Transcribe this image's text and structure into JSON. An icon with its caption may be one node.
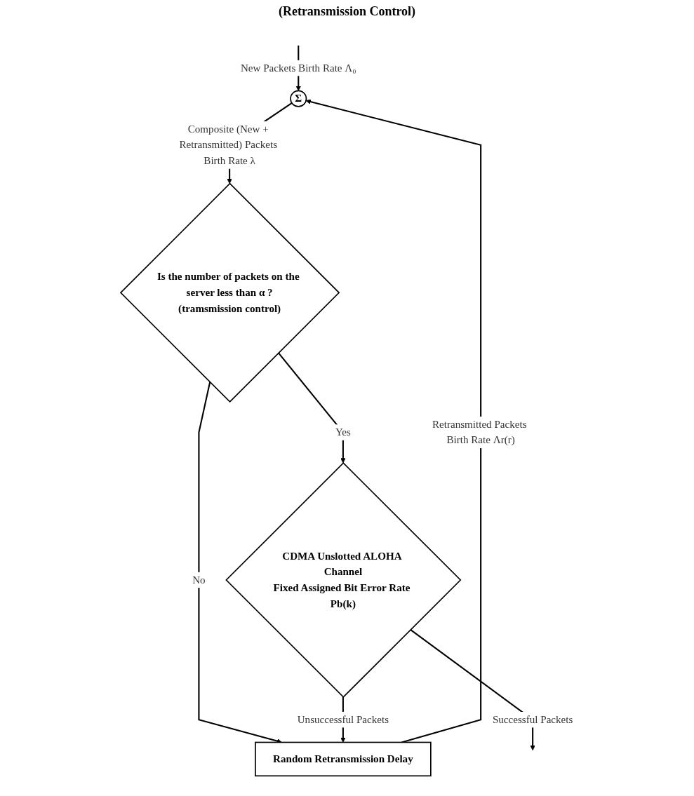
{
  "diagram": {
    "nodes": [
      {
        "text": [
          "Σ"
        ]
      },
      {
        "text": [
          "Random Retransmission Delay"
        ]
      },
      {
        "text": [
          "Is the number of packets on the server less than α ?",
          "(tramsmission control)"
        ]
      },
      {
        "text": [
          "CDMA Unslotted ALOHA Channel",
          "Fixed Assigned Bit Error Rate Pb(k)"
        ]
      }
    ],
    "edges": [
      {
        "from": null,
        "to": 0,
        "arrow": "to",
        "label": "New Packets Birth Rate Λ₀"
      },
      {
        "from": 1,
        "to": 0,
        "arrow": "to",
        "label": "Retransmitted Packets Birth Rate Λr(r)"
      },
      {
        "from": 0,
        "to": 2,
        "arrow": "to",
        "label": "Composite (New + Retransmitted) Packets Birth Rate λ"
      },
      {
        "from": 2,
        "to": 1,
        "arrow": "to",
        "label": "No"
      },
      {
        "from": 2,
        "to": 3,
        "arrow": "to",
        "label": "Yes"
      },
      {
        "from": 3,
        "to": 1,
        "arrow": "to",
        "label": "Unsuccessful Packets"
      },
      {
        "from": 3,
        "to": null,
        "arrow": "to",
        "label": "Successful Packets"
      }
    ],
    "labels": [
      "(Retransmission Control)"
    ]
  }
}
